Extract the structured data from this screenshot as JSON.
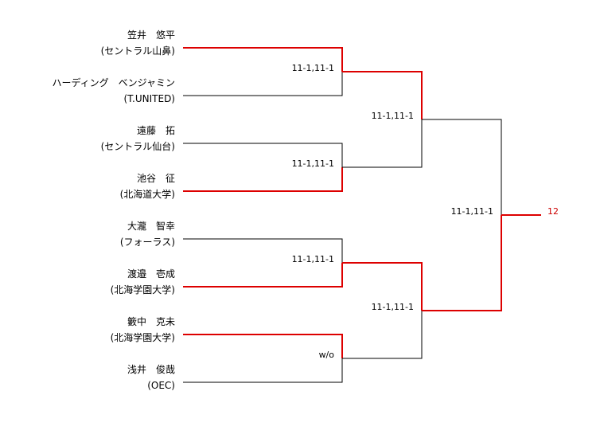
{
  "colors": {
    "winner_line": "#dd0000",
    "loser_line": "#000000",
    "seed_text": "#cc0000"
  },
  "players": [
    {
      "name": "笠井　悠平",
      "team": "(セントラル山鼻)"
    },
    {
      "name": "ハーディング　ベンジャミン",
      "team": "(T.UNITED)"
    },
    {
      "name": "遠藤　拓",
      "team": "(セントラル仙台)"
    },
    {
      "name": "池谷　征",
      "team": "(北海道大学)"
    },
    {
      "name": "大瀧　智幸",
      "team": "(フォーラス)"
    },
    {
      "name": "渡邉　壱成",
      "team": "(北海学園大学)"
    },
    {
      "name": "籔中　克未",
      "team": "(北海学園大学)"
    },
    {
      "name": "浅井　俊哉",
      "team": "(OEC)"
    }
  ],
  "scores": {
    "r1_m1": "11-1,11-1",
    "r1_m2": "11-1,11-1",
    "r1_m3": "11-1,11-1",
    "r1_m4": "w/o",
    "r2_m1": "11-1,11-1",
    "r2_m2": "11-1,11-1",
    "final": "11-1,11-1"
  },
  "result_label": "12"
}
